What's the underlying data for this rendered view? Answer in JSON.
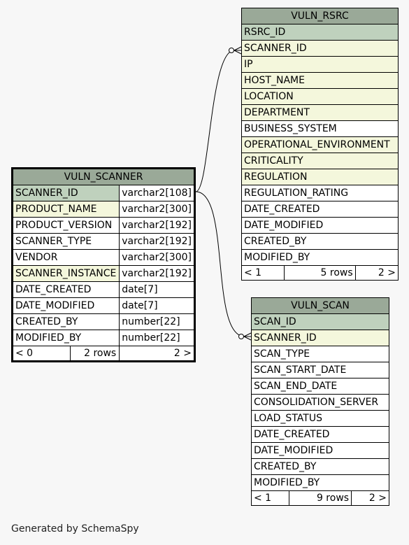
{
  "tables": {
    "vuln_rsrc": {
      "name": "VULN_RSRC",
      "columns": [
        {
          "name": "RSRC_ID",
          "kind": "pk"
        },
        {
          "name": "SCANNER_ID",
          "kind": "fk"
        },
        {
          "name": "IP",
          "kind": "fk"
        },
        {
          "name": "HOST_NAME",
          "kind": "fk"
        },
        {
          "name": "LOCATION",
          "kind": "fk"
        },
        {
          "name": "DEPARTMENT",
          "kind": "fk"
        },
        {
          "name": "BUSINESS_SYSTEM",
          "kind": "plain"
        },
        {
          "name": "OPERATIONAL_ENVIRONMENT",
          "kind": "fk"
        },
        {
          "name": "CRITICALITY",
          "kind": "fk"
        },
        {
          "name": "REGULATION",
          "kind": "fk"
        },
        {
          "name": "REGULATION_RATING",
          "kind": "plain"
        },
        {
          "name": "DATE_CREATED",
          "kind": "plain"
        },
        {
          "name": "DATE_MODIFIED",
          "kind": "plain"
        },
        {
          "name": "CREATED_BY",
          "kind": "plain"
        },
        {
          "name": "MODIFIED_BY",
          "kind": "plain"
        }
      ],
      "footer": {
        "left": "< 1",
        "middle": "5 rows",
        "right": "2 >"
      }
    },
    "vuln_scanner": {
      "name": "VULN_SCANNER",
      "columns": [
        {
          "name": "SCANNER_ID",
          "type": "varchar2[108]",
          "kind": "pk"
        },
        {
          "name": "PRODUCT_NAME",
          "type": "varchar2[300]",
          "kind": "fk"
        },
        {
          "name": "PRODUCT_VERSION",
          "type": "varchar2[192]",
          "kind": "plain"
        },
        {
          "name": "SCANNER_TYPE",
          "type": "varchar2[192]",
          "kind": "plain"
        },
        {
          "name": "VENDOR",
          "type": "varchar2[300]",
          "kind": "plain"
        },
        {
          "name": "SCANNER_INSTANCE",
          "type": "varchar2[192]",
          "kind": "fk"
        },
        {
          "name": "DATE_CREATED",
          "type": "date[7]",
          "kind": "plain"
        },
        {
          "name": "DATE_MODIFIED",
          "type": "date[7]",
          "kind": "plain"
        },
        {
          "name": "CREATED_BY",
          "type": "number[22]",
          "kind": "plain"
        },
        {
          "name": "MODIFIED_BY",
          "type": "number[22]",
          "kind": "plain"
        }
      ],
      "footer": {
        "left": "< 0",
        "middle": "2 rows",
        "right": "2 >"
      }
    },
    "vuln_scan": {
      "name": "VULN_SCAN",
      "columns": [
        {
          "name": "SCAN_ID",
          "kind": "pk"
        },
        {
          "name": "SCANNER_ID",
          "kind": "fk"
        },
        {
          "name": "SCAN_TYPE",
          "kind": "plain"
        },
        {
          "name": "SCAN_START_DATE",
          "kind": "plain"
        },
        {
          "name": "SCAN_END_DATE",
          "kind": "plain"
        },
        {
          "name": "CONSOLIDATION_SERVER",
          "kind": "plain"
        },
        {
          "name": "LOAD_STATUS",
          "kind": "plain"
        },
        {
          "name": "DATE_CREATED",
          "kind": "plain"
        },
        {
          "name": "DATE_MODIFIED",
          "kind": "plain"
        },
        {
          "name": "CREATED_BY",
          "kind": "plain"
        },
        {
          "name": "MODIFIED_BY",
          "kind": "plain"
        }
      ],
      "footer": {
        "left": "< 1",
        "middle": "9 rows",
        "right": "2 >"
      }
    }
  },
  "footer_note": "Generated by SchemaSpy",
  "colors": {
    "header": "#9aa998",
    "primary_key": "#bfd1bd",
    "foreign_key": "#f4f7dc",
    "plain": "#ffffff",
    "background": "#f7f7f7"
  }
}
